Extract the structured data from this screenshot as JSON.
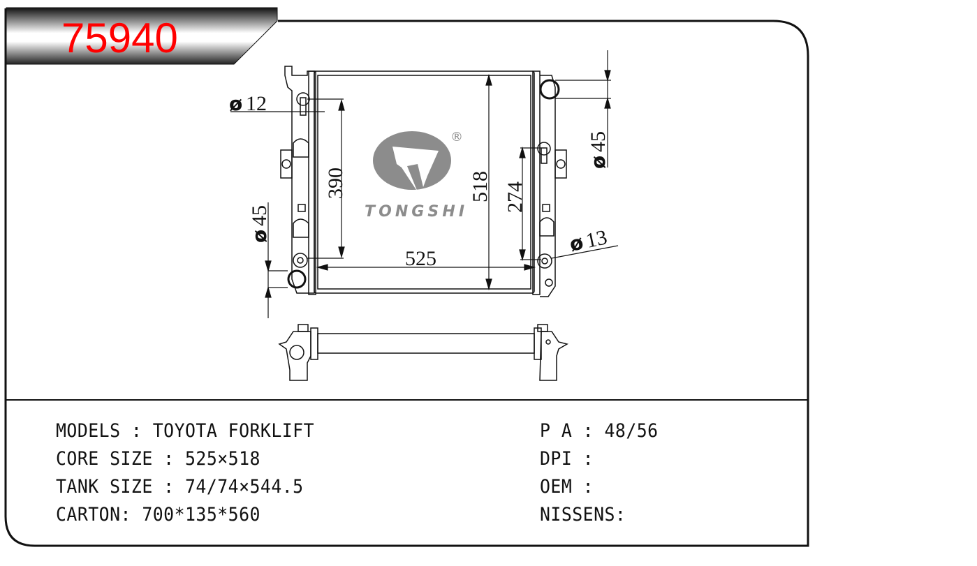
{
  "header": {
    "part_number": "75940",
    "part_number_color": "#ff0000"
  },
  "drawing": {
    "dimensions": {
      "inlet_pipe_small": "12",
      "upper_left_span": "390",
      "core_height": "518",
      "right_span": "274",
      "right_pipe_diameter": "45",
      "left_pipe_diameter": "45",
      "outlet_pipe_small": "13",
      "core_width": "525"
    },
    "diameter_symbol": "ø",
    "logo": {
      "brand": "TONGSHI",
      "registered": "®",
      "color": "#8c8c8c"
    }
  },
  "specs": {
    "left": [
      {
        "label": "MODELS",
        "sep": " : ",
        "value": "TOYOTA FORKLIFT"
      },
      {
        "label": "CORE SIZE",
        "sep": " : ",
        "value": "525×518"
      },
      {
        "label": "TANK SIZE",
        "sep": " : ",
        "value": "74/74×544.5"
      },
      {
        "label": "CARTON",
        "sep": ": ",
        "value": "700*135*560"
      }
    ],
    "right": [
      {
        "label": "P A",
        "sep": " : ",
        "value": "48/56"
      },
      {
        "label": "DPI",
        "sep": " : ",
        "value": ""
      },
      {
        "label": "OEM",
        "sep": " : ",
        "value": ""
      },
      {
        "label": "NISSENS",
        "sep": ":",
        "value": ""
      }
    ]
  }
}
